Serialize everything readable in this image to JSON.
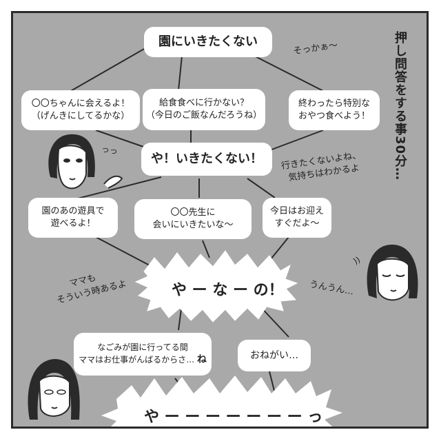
{
  "colors": {
    "background": "#a9a9a9",
    "bubble": "#ffffff",
    "ink": "#2a2a2a"
  },
  "top_bubble": "園にいきたくない",
  "row1": [
    {
      "line1": "〇〇ちゃんに会えるよ！",
      "line2": "（げんきにしてるかな）"
    },
    {
      "line1": "給食食べに行かない？",
      "line2": "（今日のご飯なんだろうね）"
    },
    {
      "line1": "終わったら特別な",
      "line2": "おやつ食べよう！"
    }
  ],
  "mid_bubble": "や！いきたくない！",
  "row2": [
    {
      "line1": "園のあの遊具で",
      "line2": "遊べるよ！"
    },
    {
      "line1": "〇〇先生に",
      "line2": "会いにいきたいな〜"
    },
    {
      "line1": "今日はお迎え",
      "line2": "すぐだよ〜"
    }
  ],
  "burst1": "や ー な ー の！",
  "row3": [
    {
      "line1": "なごみが園に行ってる間",
      "line2": "ママはお仕事がんばるからさ…",
      "suffix": "ね"
    },
    {
      "line1": "おねがい…"
    }
  ],
  "burst2": "や ー ー ー ー ー ー ー っ",
  "notes": {
    "sokka": "そっかぁ〜",
    "ikitakunai_1": "行きたくないよね、",
    "ikitakunai_2": "気持ちはわかるよ",
    "mama_1": "ママも",
    "mama_2": "そういう時あるよ",
    "unun": "うんうん…",
    "sweat": "っっ"
  },
  "vertical_caption": "押し問答をする事30分…"
}
